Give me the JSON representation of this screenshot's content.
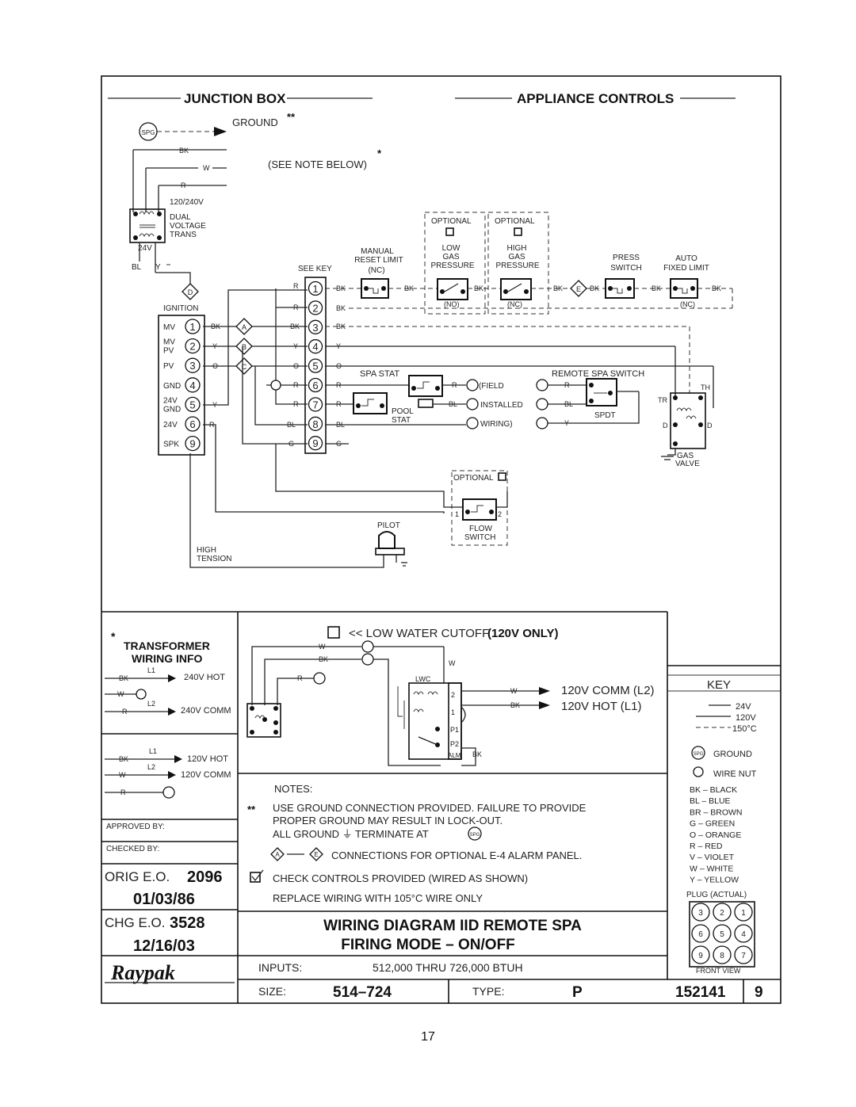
{
  "headers": {
    "junction_box": "JUNCTION BOX",
    "appliance_controls": "APPLIANCE CONTROLS"
  },
  "wiring": {
    "ground": "GROUND",
    "ground_mark": "**",
    "see_note": "(SEE NOTE BELOW)",
    "see_note_mark": "*",
    "spg": "SPG",
    "bk": "BK",
    "w": "W",
    "r": "R",
    "bl": "BL",
    "y": "Y",
    "o": "O",
    "g": "G",
    "voltage": "120/240V",
    "dual_voltage_trans": [
      "DUAL",
      "VOLTAGE",
      "TRANS"
    ],
    "v24": "24V",
    "see_key": "SEE KEY",
    "optional": "OPTIONAL",
    "manual_reset_limit": [
      "MANUAL",
      "RESET LIMIT",
      "(NC)"
    ],
    "low_gas_pressure": [
      "LOW",
      "GAS",
      "PRESSURE"
    ],
    "high_gas_pressure": [
      "HIGH",
      "GAS",
      "PRESSURE"
    ],
    "press_switch": [
      "PRESS",
      "SWITCH"
    ],
    "auto_fixed_limit": [
      "AUTO",
      "FIXED LIMIT"
    ],
    "no": "(NO)",
    "nc": "(NC)",
    "ignition": "IGNITION",
    "ignition_terms": [
      "MV",
      "MV PV",
      "PV",
      "GND",
      "24V GND",
      "24V",
      "SPK"
    ],
    "ignition_nums": [
      "1",
      "2",
      "3",
      "4",
      "5",
      "6",
      "9"
    ],
    "strip_nums": [
      "1",
      "2",
      "3",
      "4",
      "5",
      "6",
      "7",
      "8",
      "9"
    ],
    "alarm_letters": [
      "D",
      "A",
      "B",
      "C",
      "E"
    ],
    "spa_stat": "SPA STAT",
    "pool_stat": [
      "POOL",
      "STAT"
    ],
    "field_installed_wiring": [
      "(FIELD",
      "INSTALLED",
      "WIRING)"
    ],
    "remote_spa_switch": "REMOTE SPA SWITCH",
    "spdt": "SPDT",
    "tr": "TR",
    "th": "TH",
    "d": "D",
    "gas_valve": [
      "GAS",
      "VALVE"
    ],
    "flow_switch": [
      "FLOW",
      "SWITCH"
    ],
    "flow_nums": [
      "1",
      "2"
    ],
    "pilot": "PILOT",
    "high_tension": [
      "HIGH",
      "TENSION"
    ]
  },
  "transformer_info": {
    "mark": "*",
    "title": [
      "TRANSFORMER",
      "WIRING INFO"
    ],
    "l1": "L1",
    "l2": "L2",
    "v240_hot": "240V HOT",
    "v240_comm": "240V COMM",
    "v120_hot": "120V HOT",
    "v120_comm": "120V COMM"
  },
  "lwc": {
    "title_box": "□",
    "title": "<< LOW WATER CUTOFF",
    "title_bold": "(120V ONLY)",
    "lwc": "LWC",
    "terms": [
      "2",
      "1",
      "P1",
      "P2",
      "ALM"
    ],
    "comm": "120V COMM (L2)",
    "hot": "120V HOT (L1)"
  },
  "notes": {
    "title": "NOTES:",
    "note_mark": "**",
    "note1": [
      "USE GROUND CONNECTION PROVIDED. FAILURE TO PROVIDE",
      "PROPER GROUND MAY RESULT IN LOCK-OUT.",
      "ALL GROUND ⏚ TERMINATE AT"
    ],
    "note2": "CONNECTIONS FOR OPTIONAL E-4 ALARM PANEL.",
    "note3": "CHECK CONTROLS PROVIDED (WIRED AS SHOWN)",
    "note4": "REPLACE WIRING WITH 105°C WIRE ONLY",
    "alarm_a": "A",
    "alarm_e": "E"
  },
  "key": {
    "title": "KEY",
    "lines": [
      "24V",
      "120V",
      "150°C"
    ],
    "ground": "GROUND",
    "wire_nut": "WIRE NUT",
    "colors": [
      "BK – BLACK",
      "BL – BLUE",
      "BR – BROWN",
      "G – GREEN",
      "O – ORANGE",
      "R – RED",
      "V – VIOLET",
      "W – WHITE",
      "Y – YELLOW"
    ],
    "plug": "PLUG (ACTUAL)",
    "plug_nums": [
      "3",
      "2",
      "1",
      "6",
      "5",
      "4",
      "9",
      "8",
      "7"
    ],
    "front_view": "FRONT VIEW"
  },
  "title_block": {
    "approved": "APPROVED BY:",
    "checked": "CHECKED BY:",
    "orig_label": "ORIG E.O.",
    "orig_num": "2096",
    "orig_date": "01/03/86",
    "chg_label": "CHG E.O.",
    "chg_num": "3528",
    "chg_date": "12/16/03",
    "brand": "Raypak",
    "title_line1": "WIRING DIAGRAM IID REMOTE SPA",
    "title_line2": "FIRING MODE – ON/OFF",
    "inputs_label": "INPUTS:",
    "inputs_value": "512,000 THRU 726,000 BTUH",
    "size_label": "SIZE:",
    "size_value": "514–724",
    "type_label": "TYPE:",
    "type_value": "P",
    "drawing_no": "152141",
    "sheet": "9"
  },
  "page_number": "17"
}
